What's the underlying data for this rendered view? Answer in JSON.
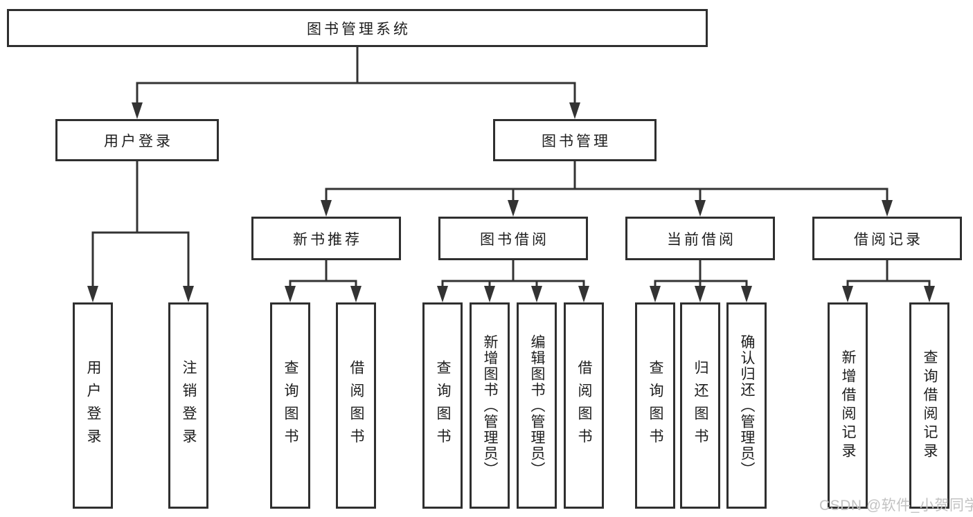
{
  "diagram": {
    "tree": {
      "root": {
        "label": "图书管理系统"
      },
      "children": [
        {
          "label": "用户登录",
          "children": [
            {
              "label": "用户登录"
            },
            {
              "label": "注销登录"
            }
          ]
        },
        {
          "label": "图书管理",
          "children": [
            {
              "label": "新书推荐",
              "children": [
                {
                  "label": "查询图书"
                },
                {
                  "label": "借阅图书"
                }
              ]
            },
            {
              "label": "图书借阅",
              "children": [
                {
                  "label": "查询图书"
                },
                {
                  "label": "新增图书（管理员）"
                },
                {
                  "label": "编辑图书（管理员）"
                },
                {
                  "label": "借阅图书"
                }
              ]
            },
            {
              "label": "当前借阅",
              "children": [
                {
                  "label": "查询图书"
                },
                {
                  "label": "归还图书"
                },
                {
                  "label": "确认归还（管理员）"
                }
              ]
            },
            {
              "label": "借阅记录",
              "children": [
                {
                  "label": "新增借阅记录"
                },
                {
                  "label": "查询借阅记录"
                }
              ]
            }
          ]
        }
      ]
    },
    "colors": {
      "line": "#333333",
      "box_border": "#2f2f2f",
      "text": "#1d1d1d",
      "background": "#ffffff",
      "watermark": "#c2c2c2"
    }
  },
  "watermark": {
    "text": "CSDN @软件_小贺同学"
  }
}
